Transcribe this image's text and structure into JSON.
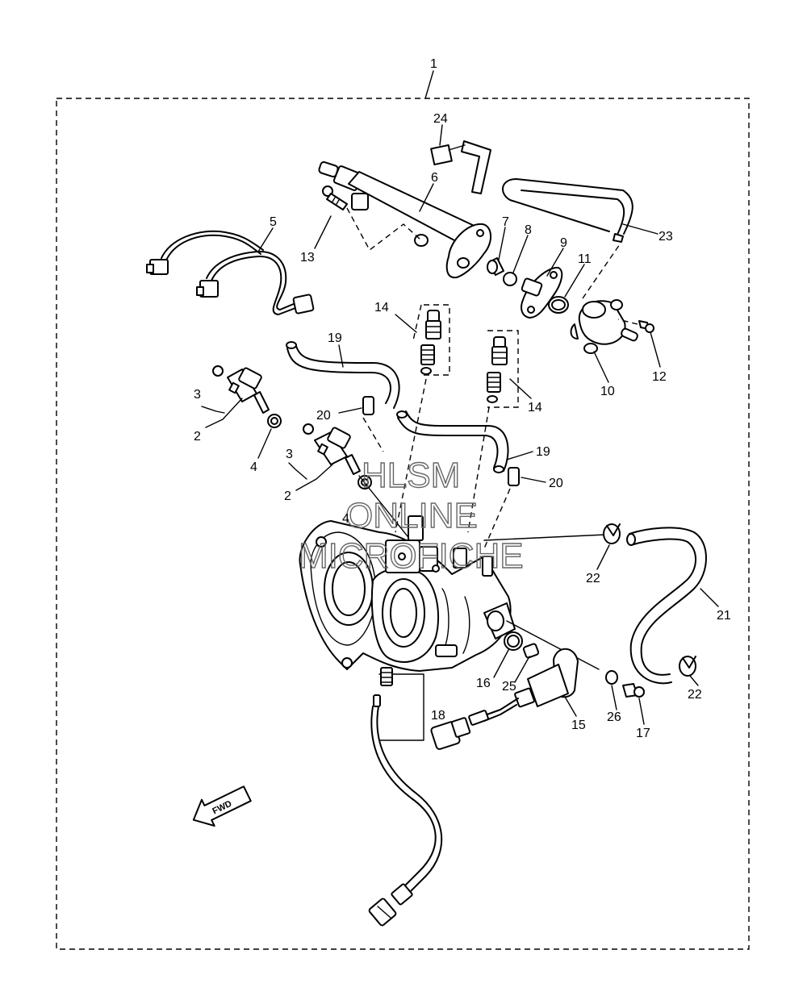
{
  "watermark": {
    "line1": "HLSM",
    "line2": "ONLINE",
    "line3": "MICROFICHE"
  },
  "fwd_label": "FWD",
  "callouts": [
    {
      "id": "c1",
      "label": "1"
    },
    {
      "id": "c24",
      "label": "24"
    },
    {
      "id": "c6",
      "label": "6"
    },
    {
      "id": "c23",
      "label": "23"
    },
    {
      "id": "c5",
      "label": "5"
    },
    {
      "id": "c13",
      "label": "13"
    },
    {
      "id": "c7",
      "label": "7"
    },
    {
      "id": "c8",
      "label": "8"
    },
    {
      "id": "c9",
      "label": "9"
    },
    {
      "id": "c11",
      "label": "11"
    },
    {
      "id": "c14a",
      "label": "14"
    },
    {
      "id": "c19a",
      "label": "19"
    },
    {
      "id": "c3a",
      "label": "3"
    },
    {
      "id": "c2a",
      "label": "2"
    },
    {
      "id": "c20a",
      "label": "20"
    },
    {
      "id": "c4a",
      "label": "4"
    },
    {
      "id": "c3b",
      "label": "3"
    },
    {
      "id": "c2b",
      "label": "2"
    },
    {
      "id": "c4b",
      "label": "4"
    },
    {
      "id": "c14b",
      "label": "14"
    },
    {
      "id": "c19b",
      "label": "19"
    },
    {
      "id": "c20b",
      "label": "20"
    },
    {
      "id": "c12",
      "label": "12"
    },
    {
      "id": "c10",
      "label": "10"
    },
    {
      "id": "c22a",
      "label": "22"
    },
    {
      "id": "c21",
      "label": "21"
    },
    {
      "id": "c22b",
      "label": "22"
    },
    {
      "id": "c16",
      "label": "16"
    },
    {
      "id": "c25",
      "label": "25"
    },
    {
      "id": "c15",
      "label": "15"
    },
    {
      "id": "c26",
      "label": "26"
    },
    {
      "id": "c17",
      "label": "17"
    },
    {
      "id": "c18",
      "label": "18"
    }
  ]
}
